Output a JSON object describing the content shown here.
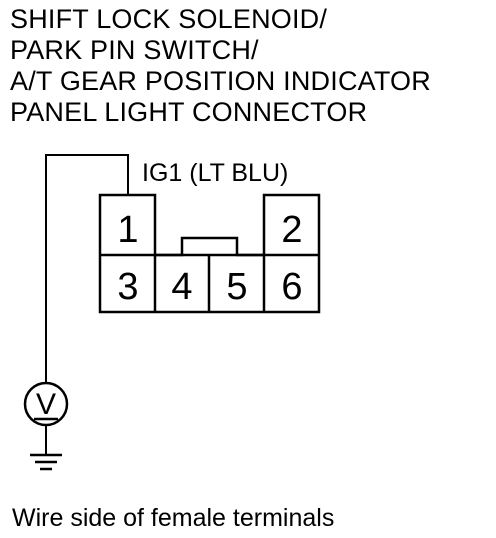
{
  "title": {
    "lines": [
      "SHIFT LOCK SOLENOID/",
      "PARK PIN SWITCH/",
      "A/T GEAR POSITION INDICATOR",
      "PANEL LIGHT CONNECTOR"
    ]
  },
  "wire_label": "IG1 (LT BLU)",
  "terminals": {
    "t1": "1",
    "t2": "2",
    "t3": "3",
    "t4": "4",
    "t5": "5",
    "t6": "6"
  },
  "meter_symbol": "V",
  "caption": "Wire side of female terminals"
}
